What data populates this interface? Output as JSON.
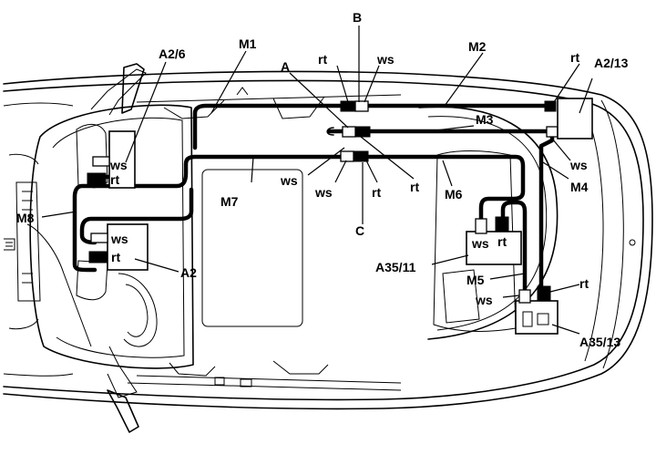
{
  "labels": {
    "a2_6": "A2/6",
    "m1": "M1",
    "b": "B",
    "rt_top_b": "rt",
    "ws_top_b": "ws",
    "m2": "M2",
    "rt_top_a2_13": "rt",
    "a2_13": "A2/13",
    "a": "A",
    "m3": "M3",
    "ws_a2_13": "ws",
    "m4": "M4",
    "ws_a2_6": "ws",
    "rt_a2_6": "rt",
    "m8": "M8",
    "ws_a2": "ws",
    "rt_a2": "rt",
    "a2": "A2",
    "m7": "M7",
    "ws_center": "ws",
    "ws_conn_c": "ws",
    "rt_conn_c": "rt",
    "rt_center_right": "rt",
    "c": "C",
    "m6": "M6",
    "ws_a35_11": "ws",
    "rt_a35_11": "rt",
    "a35_11": "A35/11",
    "m5": "M5",
    "ws_a35_13": "ws",
    "rt_a35_13": "rt",
    "a35_13": "A35/13"
  }
}
